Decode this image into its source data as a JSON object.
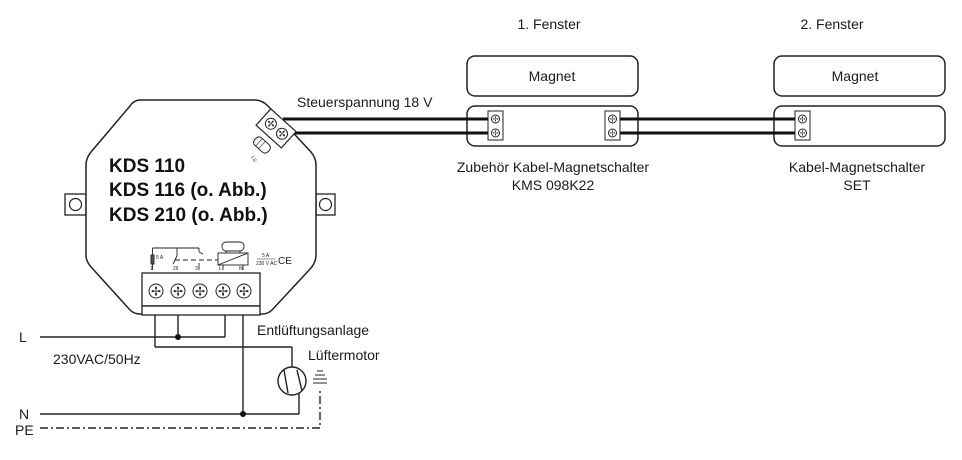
{
  "labels": {
    "window1_title": "1. Fenster",
    "window2_title": "2. Fenster",
    "magnet1": "Magnet",
    "magnet2": "Magnet",
    "control_voltage": "Steuerspannung 18 V",
    "switch1_line1": "Zubehör Kabel-Magnetschalter",
    "switch1_line2": "KMS 098K22",
    "switch2_line1": "Kabel-Magnetschalter",
    "switch2_line2": "SET",
    "model_1": "KDS 110",
    "model_2": "KDS 116 (o. Abb.)",
    "model_3": "KDS 210 (o. Abb.)",
    "fuse_rating": "5 A",
    "rating_top": "5 A",
    "rating_bottom": "230 V AC",
    "ce_mark": "CE",
    "ls_mark": "LS",
    "terminal_1": "1",
    "terminal_2": "2",
    "terminal_3": "3",
    "terminal_L": "L",
    "terminal_N": "N",
    "ventilation": "Entlüftungsanlage",
    "fan_motor": "Lüftermotor",
    "supply": "230VAC/50Hz",
    "line_L": "L",
    "line_N": "N",
    "line_PE": "PE"
  }
}
